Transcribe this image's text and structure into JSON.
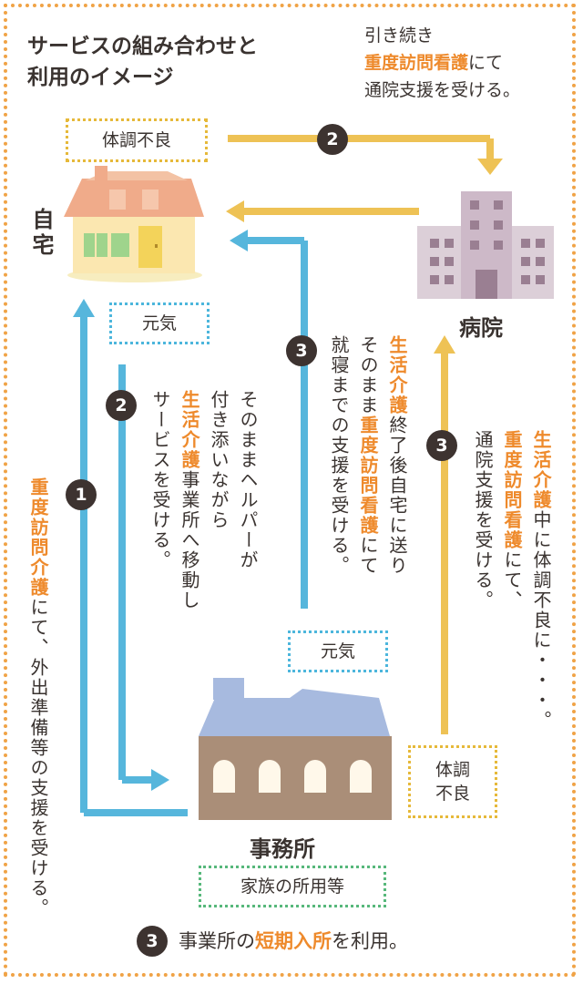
{
  "title": {
    "line1": "サービスの組み合わせと",
    "line2": "利用のイメージ"
  },
  "top_note": {
    "line1": "引き続き",
    "line2_highlight": "重度訪問看護",
    "line2_rest": "にて",
    "line3": "通院支援を受ける。"
  },
  "places": {
    "home": "自宅",
    "hospital": "病院",
    "office": "事務所"
  },
  "tags": {
    "unwell_top": "体調不良",
    "healthy_left": "元気",
    "healthy_bottom": "元気",
    "unwell_right_line1": "体調",
    "unwell_right_line2": "不良",
    "family": "家族の所用等"
  },
  "badges": {
    "one": "1",
    "two_top": "2",
    "two_left": "2",
    "three_mid": "3",
    "three_right": "3",
    "three_bottom": "3"
  },
  "captions": {
    "col1": {
      "highlight": "重度訪問介護",
      "rest": "にて、外出準備等の支援を受ける。"
    },
    "col2": {
      "line1": "そのままヘルパーが",
      "line2": "付き添いながら",
      "line3_highlight": "生活介護",
      "line3_rest": "事業所へ移動し",
      "line4": "サービスを受ける。"
    },
    "col3": {
      "line1_highlight": "生活介護",
      "line1_rest": "終了後自宅に送り",
      "line2_prefix": "そのまま",
      "line2_highlight": "重度訪問看護",
      "line2_rest": "にて",
      "line3": "就寝までの支援を受ける。"
    },
    "col4": {
      "line1_highlight": "生活介護",
      "line1_rest": "中に体調不良に・・・。",
      "line2_highlight": "重度訪問看護",
      "line2_rest": "にて、",
      "line3": "通院支援を受ける。"
    }
  },
  "bottom_note": {
    "prefix": "事業所の",
    "highlight": "短期入所",
    "suffix": "を利用。"
  },
  "colors": {
    "blue": "#56b6dc",
    "yellow": "#eec255",
    "orange": "#ee8a2c",
    "badge": "#3d3330"
  }
}
